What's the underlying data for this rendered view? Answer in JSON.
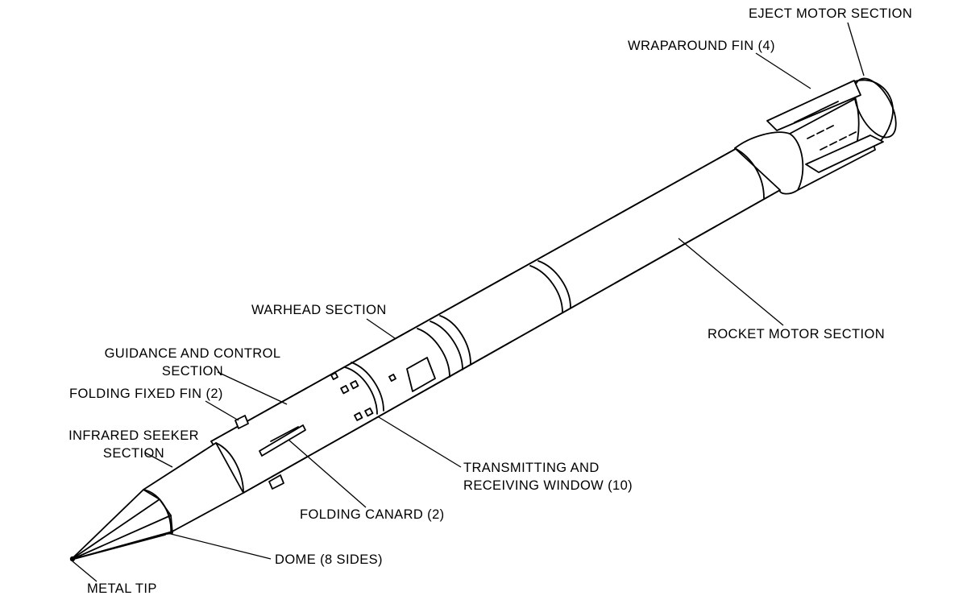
{
  "labels": {
    "eject_motor": "EJECT MOTOR SECTION",
    "wraparound_fin": "WRAPAROUND FIN (4)",
    "warhead": "WARHEAD SECTION",
    "rocket_motor": "ROCKET MOTOR SECTION",
    "guidance_line1": "GUIDANCE AND CONTROL",
    "guidance_line2": "SECTION",
    "folding_fixed_fin": "FOLDING FIXED FIN (2)",
    "infrared_line1": "INFRARED SEEKER",
    "infrared_line2": "SECTION",
    "transmitting_line1": "TRANSMITTING AND",
    "transmitting_line2": "RECEIVING WINDOW (10)",
    "folding_canard": "FOLDING CANARD (2)",
    "dome": "DOME (8 SIDES)",
    "metal_tip": "METAL TIP"
  }
}
